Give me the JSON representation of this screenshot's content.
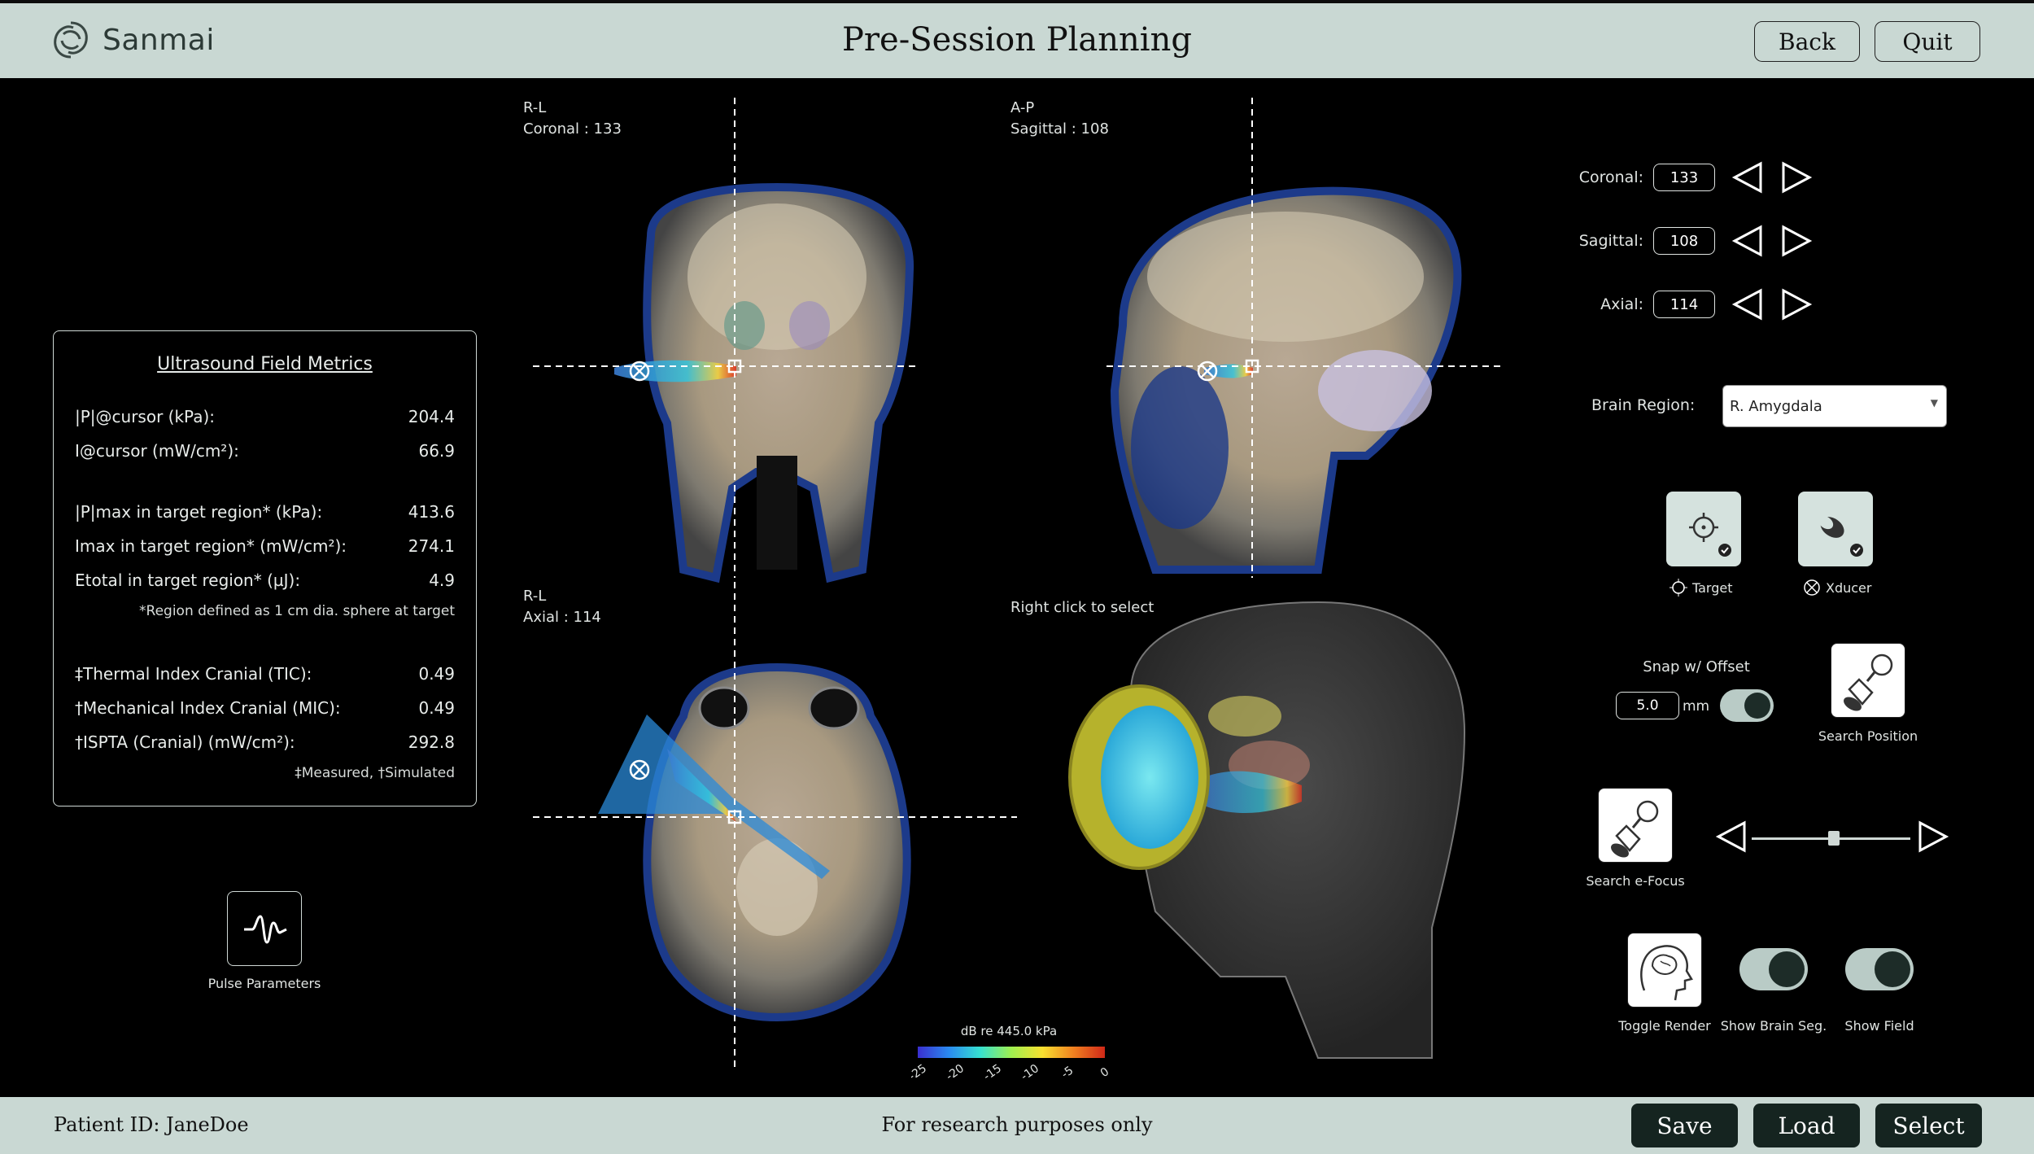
{
  "app": {
    "name": "Sanmai",
    "title": "Pre-Session Planning"
  },
  "header": {
    "back_label": "Back",
    "quit_label": "Quit"
  },
  "footer": {
    "patient": "Patient ID: JaneDoe",
    "research_note": "For research purposes only",
    "save_label": "Save",
    "load_label": "Load",
    "select_label": "Select"
  },
  "metrics": {
    "title": "Ultrasound Field Metrics",
    "rows": [
      {
        "label": "|P|@cursor (kPa):",
        "value": "204.4"
      },
      {
        "label": "I@cursor (mW/cm²):",
        "value": "66.9"
      },
      {
        "label": "|P|max in target region* (kPa):",
        "value": "413.6"
      },
      {
        "label": "Imax in target region* (mW/cm²):",
        "value": "274.1"
      },
      {
        "label": "Etotal in target region* (µJ):",
        "value": "4.9"
      }
    ],
    "region_note": "*Region defined as 1 cm dia. sphere at target",
    "rows2": [
      {
        "label": "‡Thermal Index Cranial (TIC):",
        "value": "0.49"
      },
      {
        "label": "†Mechanical Index Cranial (MIC):",
        "value": "0.49"
      },
      {
        "label": "†ISPTA (Cranial) (mW/cm²):",
        "value": "292.8"
      }
    ],
    "measured_note": "‡Measured, †Simulated"
  },
  "pulse": {
    "label": "Pulse Parameters"
  },
  "views": {
    "coronal": {
      "orient": "R-L",
      "slice": "Coronal : 133"
    },
    "sagittal": {
      "orient": "A-P",
      "slice": "Sagittal : 108"
    },
    "axial": {
      "orient": "R-L",
      "slice": "Axial : 114"
    },
    "render": {
      "hint": "Right click to select"
    }
  },
  "colorbar": {
    "title": "dB re 445.0 kPa",
    "ticks": [
      "-25",
      "-20",
      "-15",
      "-10",
      "-5",
      "0"
    ],
    "colors": [
      "#3a2fd0",
      "#2a8af0",
      "#36e0d0",
      "#9ff050",
      "#f8e030",
      "#f08020",
      "#d02818"
    ]
  },
  "controls": {
    "slices": [
      {
        "name": "Coronal:",
        "value": "133"
      },
      {
        "name": "Sagittal:",
        "value": "108"
      },
      {
        "name": "Axial:",
        "value": "114"
      }
    ],
    "brain_region_label": "Brain Region:",
    "brain_region_value": "R. Amygdala",
    "target_label": "Target",
    "xducer_label": "Xducer",
    "snap_label": "Snap w/ Offset",
    "snap_value": "5.0",
    "snap_unit": "mm",
    "search_position_label": "Search Position",
    "search_efocus_label": "Search e-Focus",
    "efocus_slider_fraction": 0.52,
    "toggle_render_label": "Toggle Render",
    "show_brain_seg_label": "Show Brain Seg.",
    "show_field_label": "Show Field",
    "snap_on": true,
    "show_brain_seg_on": true,
    "show_field_on": true
  }
}
